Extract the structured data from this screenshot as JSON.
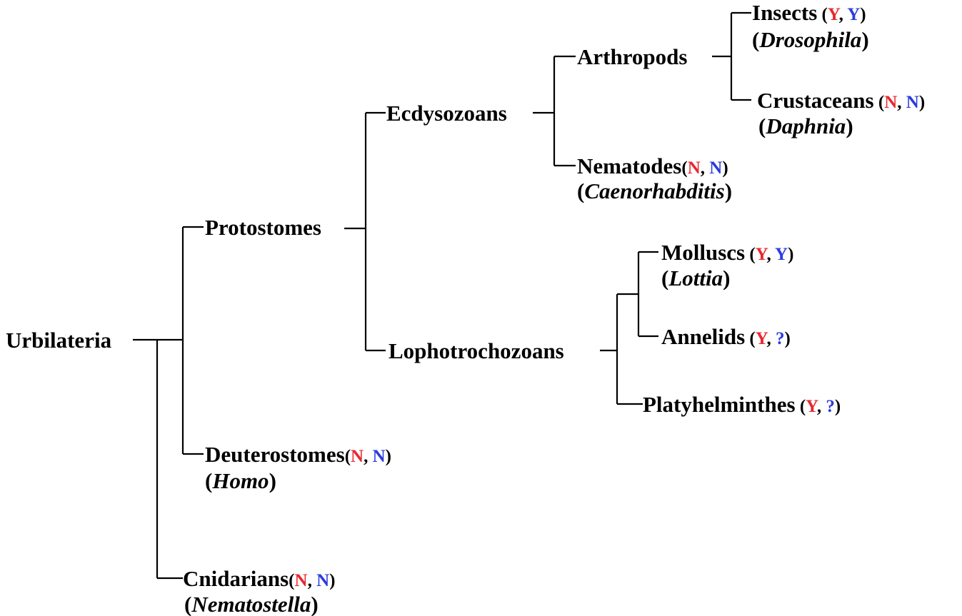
{
  "colors": {
    "first_marker": "#e8282e",
    "second_marker": "#2b3be0",
    "line": "#000000"
  },
  "nodes": {
    "urbilateria": {
      "name": "Urbilateria"
    },
    "protostomes": {
      "name": "Protostomes"
    },
    "ecdysozoans": {
      "name": "Ecdysozoans"
    },
    "arthropods": {
      "name": "Arthropods"
    },
    "lophotrochozoans": {
      "name": "Lophotrochozoans"
    },
    "insects": {
      "name": "Insects",
      "a": "Y",
      "b": "Y",
      "genus": "Drosophila"
    },
    "crustaceans": {
      "name": "Crustaceans",
      "a": "N",
      "b": "N",
      "genus": "Daphnia"
    },
    "nematodes": {
      "name": "Nematodes",
      "a": "N",
      "b": "N",
      "genus": "Caenorhabditis"
    },
    "molluscs": {
      "name": "Molluscs",
      "a": "Y",
      "b": "Y",
      "genus": "Lottia"
    },
    "annelids": {
      "name": "Annelids",
      "a": "Y",
      "b": "?"
    },
    "platyhelminthes": {
      "name": "Platyhelminthes",
      "a": "Y",
      "b": "?"
    },
    "deuterostomes": {
      "name": "Deuterostomes",
      "a": "N",
      "b": "N",
      "genus": "Homo"
    },
    "cnidarians": {
      "name": "Cnidarians",
      "a": "N",
      "b": "N",
      "genus": "Nematostella"
    }
  }
}
